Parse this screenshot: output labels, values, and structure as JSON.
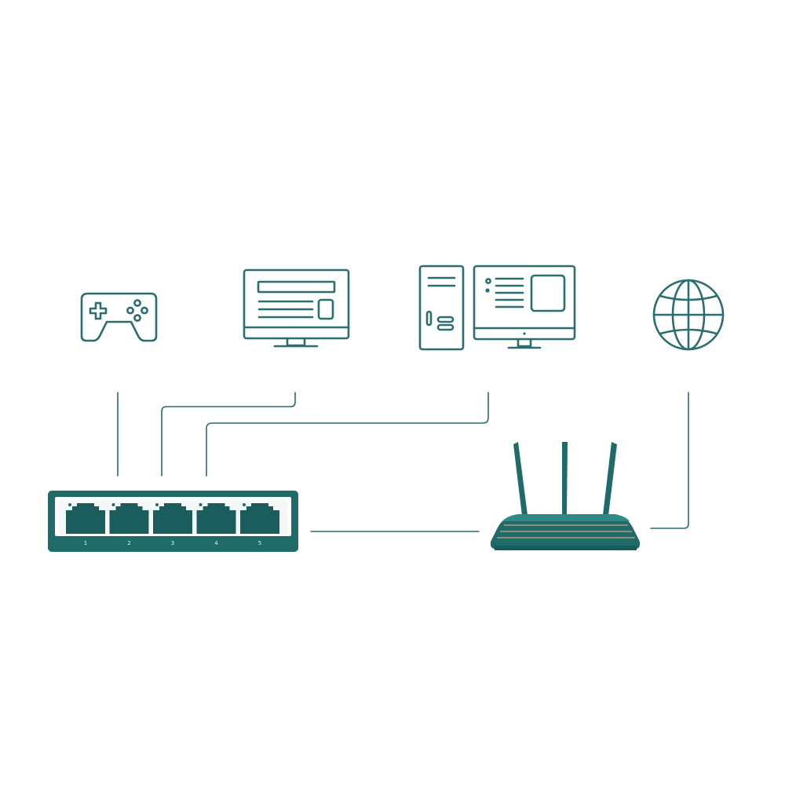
{
  "colors": {
    "background": "#ffffff",
    "teal": "#1f6b6a",
    "teal_dark": "#195a59",
    "teal_light": "#2f8a86",
    "line": "#2a6e6d",
    "port_inner": "#1a5d5c",
    "port_label": "#e8f1f0",
    "router_accent": "#c9a27a"
  },
  "devices": [
    {
      "id": "game-controller",
      "icon": "gamepad-icon"
    },
    {
      "id": "tv-monitor",
      "icon": "monitor-icon"
    },
    {
      "id": "desktop-pc",
      "icon": "desktop-computer-icon"
    },
    {
      "id": "internet",
      "icon": "globe-icon"
    }
  ],
  "switch": {
    "icon": "network-switch-icon",
    "ports": [
      "1",
      "2",
      "3",
      "4",
      "5"
    ]
  },
  "router": {
    "icon": "wifi-router-icon",
    "antennas": 3
  }
}
